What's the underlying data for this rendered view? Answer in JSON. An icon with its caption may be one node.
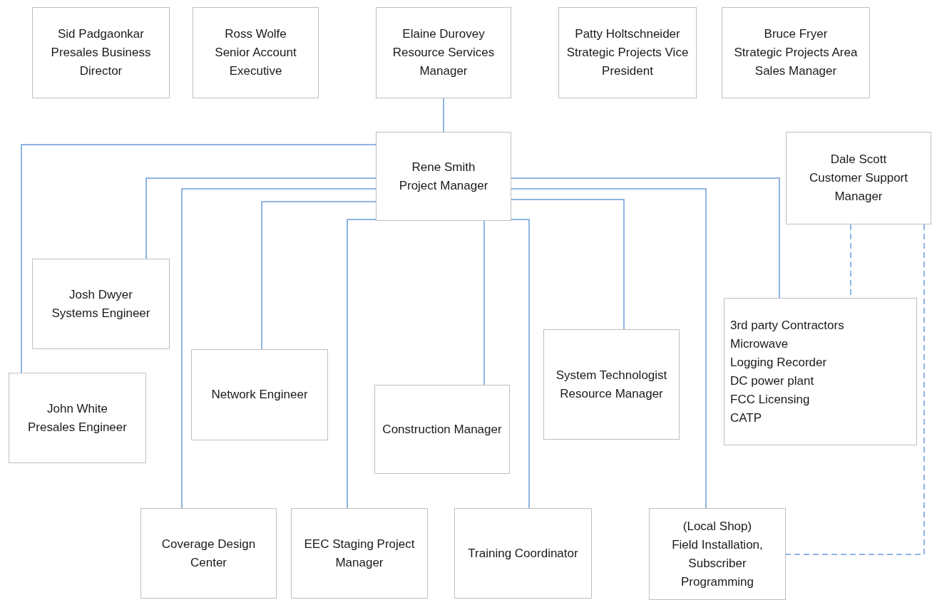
{
  "diagram": {
    "nodes": [
      {
        "text": [
          "Sid Padgaonkar",
          "Presales Business Director"
        ]
      },
      {
        "text": [
          "Ross Wolfe",
          "Senior Account Executive"
        ]
      },
      {
        "text": [
          "Elaine Durovey",
          "Resource Services Manager"
        ]
      },
      {
        "text": [
          "Patty Holtschneider",
          "Strategic Projects Vice President"
        ]
      },
      {
        "text": [
          "Bruce Fryer",
          "Strategic Projects Area Sales Manager"
        ]
      },
      {
        "text": [
          "Rene Smith",
          "Project Manager"
        ]
      },
      {
        "text": [
          "Dale Scott",
          "Customer Support Manager"
        ]
      },
      {
        "text": [
          "Josh Dwyer",
          "Systems Engineer"
        ]
      },
      {
        "text": [
          "John White",
          "Presales Engineer"
        ]
      },
      {
        "text": [
          "Network Engineer"
        ]
      },
      {
        "text": [
          "Construction Manager"
        ]
      },
      {
        "text": [
          "System Technologist Resource Manager"
        ]
      },
      {
        "text": [
          "3rd party Contractors",
          "Microwave",
          "Logging Recorder",
          "DC power plant",
          "FCC Licensing",
          "CATP"
        ]
      },
      {
        "text": [
          "Coverage Design Center"
        ]
      },
      {
        "text": [
          "EEC Staging Project Manager"
        ]
      },
      {
        "text": [
          "Training Coordinator"
        ]
      },
      {
        "text": [
          "(Local Shop)",
          "Field Installation, Subscriber Programming"
        ]
      }
    ],
    "edges": [
      {
        "from": 2,
        "to": 5,
        "arrow": "none"
      },
      {
        "from": 5,
        "to": 8,
        "arrow": "none"
      },
      {
        "from": 5,
        "to": 7,
        "arrow": "none"
      },
      {
        "from": 5,
        "to": 13,
        "arrow": "none"
      },
      {
        "from": 5,
        "to": 9,
        "arrow": "none"
      },
      {
        "from": 5,
        "to": 14,
        "arrow": "none"
      },
      {
        "from": 5,
        "to": 10,
        "arrow": "none"
      },
      {
        "from": 5,
        "to": 15,
        "arrow": "none"
      },
      {
        "from": 5,
        "to": 11,
        "arrow": "none"
      },
      {
        "from": 5,
        "to": 16,
        "arrow": "none"
      },
      {
        "from": 5,
        "to": 12,
        "arrow": "none"
      },
      {
        "from": 6,
        "to": 12,
        "arrow": "none",
        "style": "dashed"
      },
      {
        "from": 6,
        "to": 16,
        "arrow": "none",
        "style": "dashed"
      }
    ]
  }
}
